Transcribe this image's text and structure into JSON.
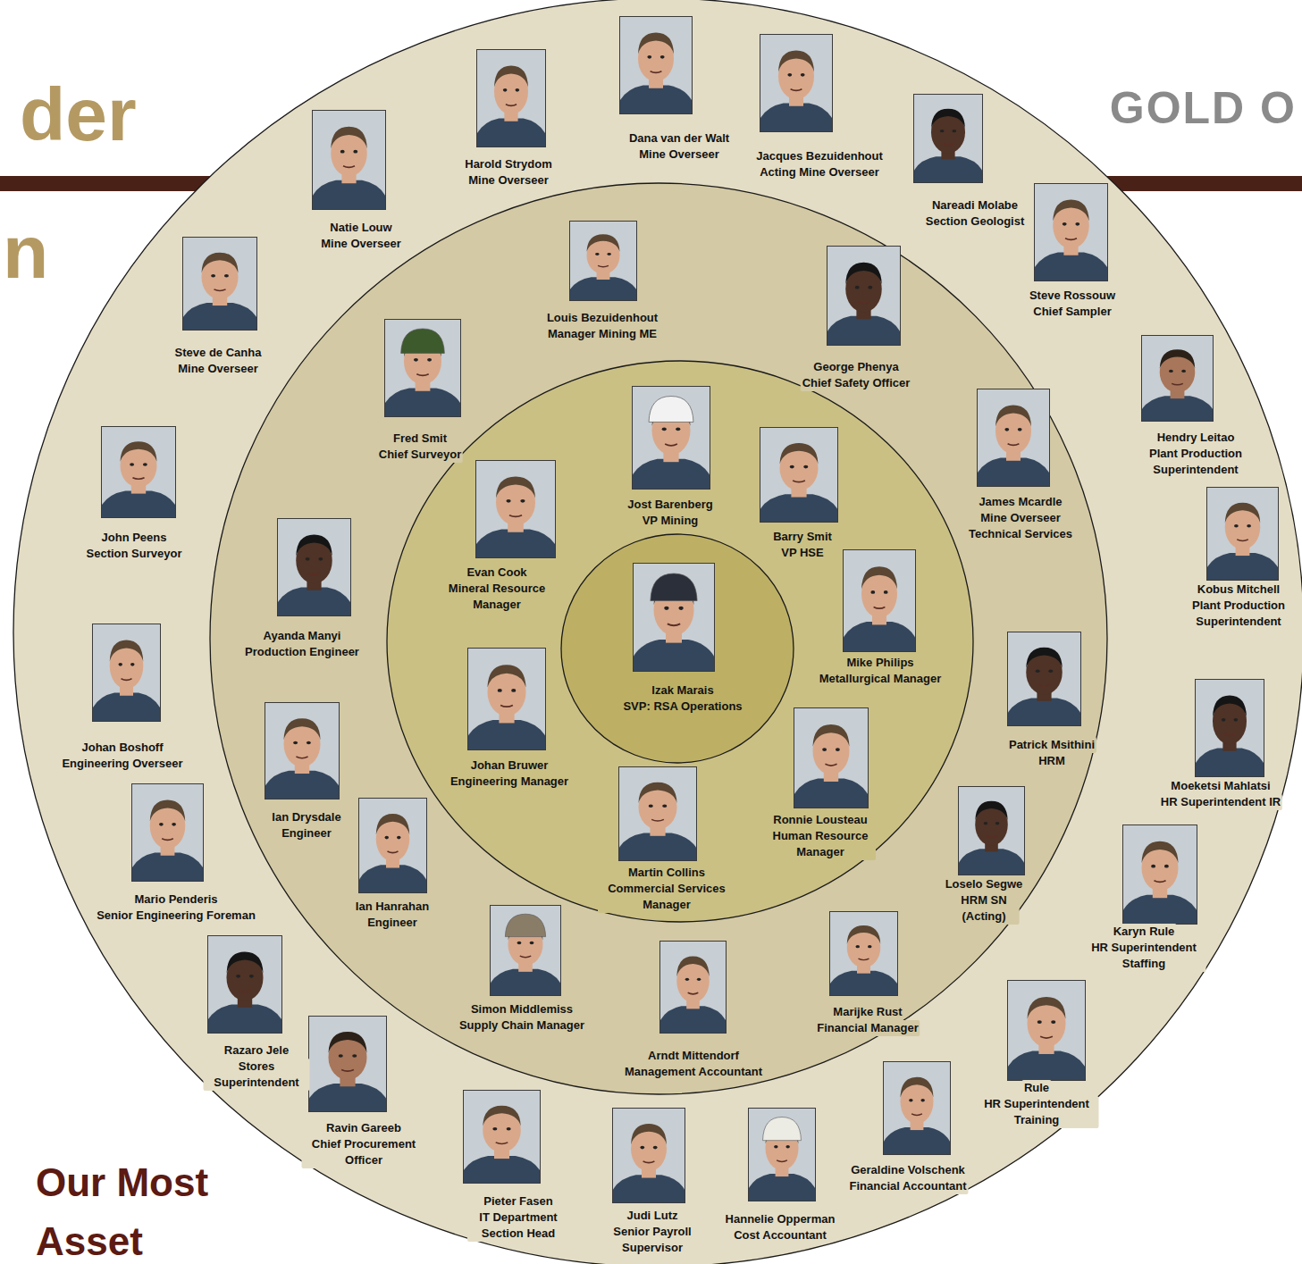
{
  "diagram": {
    "nodes": [
      {
        "text": [
          "Izak Marais",
          "SVP: RSA Operations"
        ]
      },
      {
        "text": [
          "Jost Barenberg",
          "VP Mining"
        ]
      },
      {
        "text": [
          "Barry Smit",
          "VP HSE"
        ]
      },
      {
        "text": [
          "Mike Philips",
          "Metallurgical Manager"
        ]
      },
      {
        "text": [
          "Ronnie Lousteau",
          "Human Resource Manager"
        ]
      },
      {
        "text": [
          "Martin Collins",
          "Commercial Services Manager"
        ]
      },
      {
        "text": [
          "Johan Bruwer",
          "Engineering Manager"
        ]
      },
      {
        "text": [
          "Evan Cook",
          "Mineral Resource Manager"
        ]
      },
      {
        "text": [
          "Louis Bezuidenhout",
          "Manager Mining ME"
        ]
      },
      {
        "text": [
          "George Phenya",
          "Chief Safety Officer"
        ]
      },
      {
        "text": [
          "James Mcardle",
          "Mine Overseer Technical Services"
        ]
      },
      {
        "text": [
          "Patrick Msithini",
          "HRM"
        ]
      },
      {
        "text": [
          "Loselo Segwe",
          "HRM SN (Acting)"
        ]
      },
      {
        "text": [
          "Marijke Rust",
          "Financial Manager"
        ]
      },
      {
        "text": [
          "Arndt Mittendorf",
          "Management Accountant"
        ]
      },
      {
        "text": [
          "Simon Middlemiss",
          "Supply Chain Manager"
        ]
      },
      {
        "text": [
          "Ian Hanrahan",
          "Engineer"
        ]
      },
      {
        "text": [
          "Ian Drysdale",
          "Engineer"
        ]
      },
      {
        "text": [
          "Ayanda Manyi",
          "Production Engineer"
        ]
      },
      {
        "text": [
          "Fred Smit",
          "Chief Surveyor"
        ]
      },
      {
        "text": [
          "Dana van der Walt",
          "Mine Overseer"
        ]
      },
      {
        "text": [
          "Jacques Bezuidenhout",
          "Acting Mine Overseer"
        ]
      },
      {
        "text": [
          "Nareadi Molabe",
          "Section Geologist"
        ]
      },
      {
        "text": [
          "Steve Rossouw",
          "Chief Sampler"
        ]
      },
      {
        "text": [
          "Hendry Leitao",
          "Plant Production Superintendent"
        ]
      },
      {
        "text": [
          "Kobus Mitchell",
          "Plant Production Superintendent"
        ]
      },
      {
        "text": [
          "Moeketsi Mahlatsi",
          "HR Superintendent IR"
        ]
      },
      {
        "text": [
          "Karyn Rule",
          "HR Superintendent Staffing"
        ]
      },
      {
        "text": [
          "Rule",
          "HR Superintendent Training"
        ]
      },
      {
        "text": [
          "Geraldine Volschenk",
          "Financial Accountant"
        ]
      },
      {
        "text": [
          "Hannelie Opperman",
          "Cost Accountant"
        ]
      },
      {
        "text": [
          "Judi Lutz",
          "Senior Payroll Supervisor"
        ]
      },
      {
        "text": [
          "Pieter Fasen",
          "IT Department Section Head"
        ]
      },
      {
        "text": [
          "Ravin Gareeb",
          "Chief Procurement Officer"
        ]
      },
      {
        "text": [
          "Razaro Jele",
          "Stores Superintendent"
        ]
      },
      {
        "text": [
          "Mario Penderis",
          "Senior Engineering Foreman"
        ]
      },
      {
        "text": [
          "Johan Boshoff",
          "Engineering Overseer"
        ]
      },
      {
        "text": [
          "John Peens",
          "Section Surveyor"
        ]
      },
      {
        "text": [
          "Steve de Canha",
          "Mine Overseer"
        ]
      },
      {
        "text": [
          "Natie Louw",
          "Mine Overseer"
        ]
      },
      {
        "text": [
          "Harold Strydom",
          "Mine Overseer"
        ]
      }
    ],
    "labels": [
      "der",
      "n",
      "GOLD O",
      "Our Most",
      "Asset"
    ]
  }
}
